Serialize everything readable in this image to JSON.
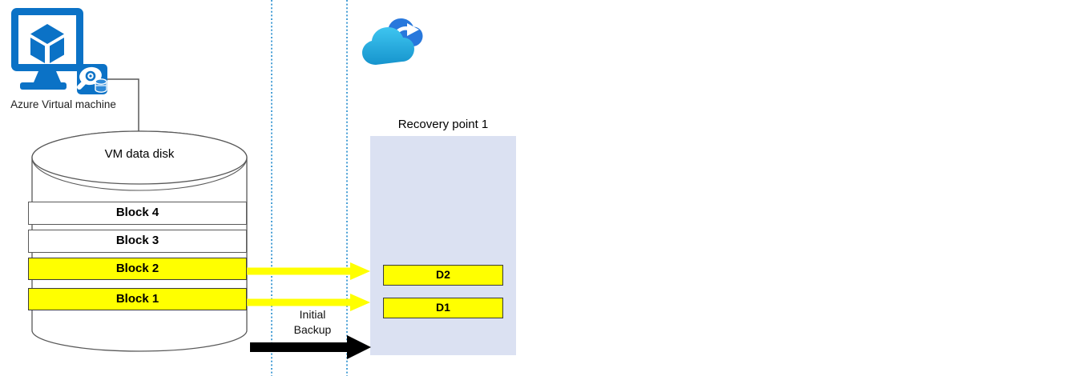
{
  "diagram": {
    "vm": {
      "label": "Azure Virtual machine"
    },
    "data_disk": {
      "title": "VM data disk",
      "blocks": [
        {
          "label": "Block 4",
          "changed": false
        },
        {
          "label": "Block 3",
          "changed": false
        },
        {
          "label": "Block 2",
          "changed": true
        },
        {
          "label": "Block 1",
          "changed": true
        }
      ]
    },
    "backup_flow": {
      "label_line1": "Initial",
      "label_line2": "Backup"
    },
    "recovery_point": {
      "title": "Recovery point 1",
      "items": [
        {
          "label": "D2"
        },
        {
          "label": "D1"
        }
      ]
    },
    "icons": {
      "vm": "azure-vm-icon",
      "disk": "managed-disk-icon",
      "cloud": "azure-backup-cloud-icon"
    },
    "colors": {
      "highlight_yellow": "#ffff00",
      "azure_blue": "#0b72c6",
      "cloud_back_blue": "#2878dc",
      "cloud_front_cyan_start": "#3ec5f0",
      "cloud_front_cyan_end": "#1694cd",
      "recovery_rect_fill": "#dbe1f2",
      "dashed_line_blue": "#4aa0d6",
      "outline_gray": "#595959",
      "arrow_black": "#000000"
    }
  }
}
